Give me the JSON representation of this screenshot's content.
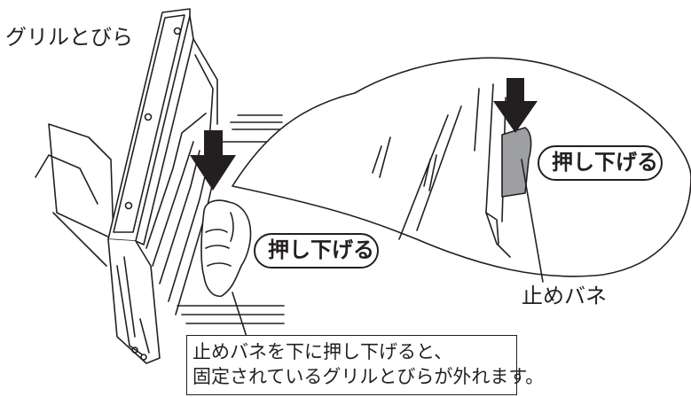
{
  "labels": {
    "door": "グリルとびら",
    "push_main": "押し下げる",
    "push_zoom": "押し下げる",
    "spring": "止めバネ"
  },
  "note": {
    "line1": "止めバネを下に押し下げると、",
    "line2": "固定されているグリルとびらが外れます。"
  },
  "colors": {
    "ink": "#231f20",
    "spring_fill": "#9d9fa2",
    "background": "#ffffff"
  }
}
